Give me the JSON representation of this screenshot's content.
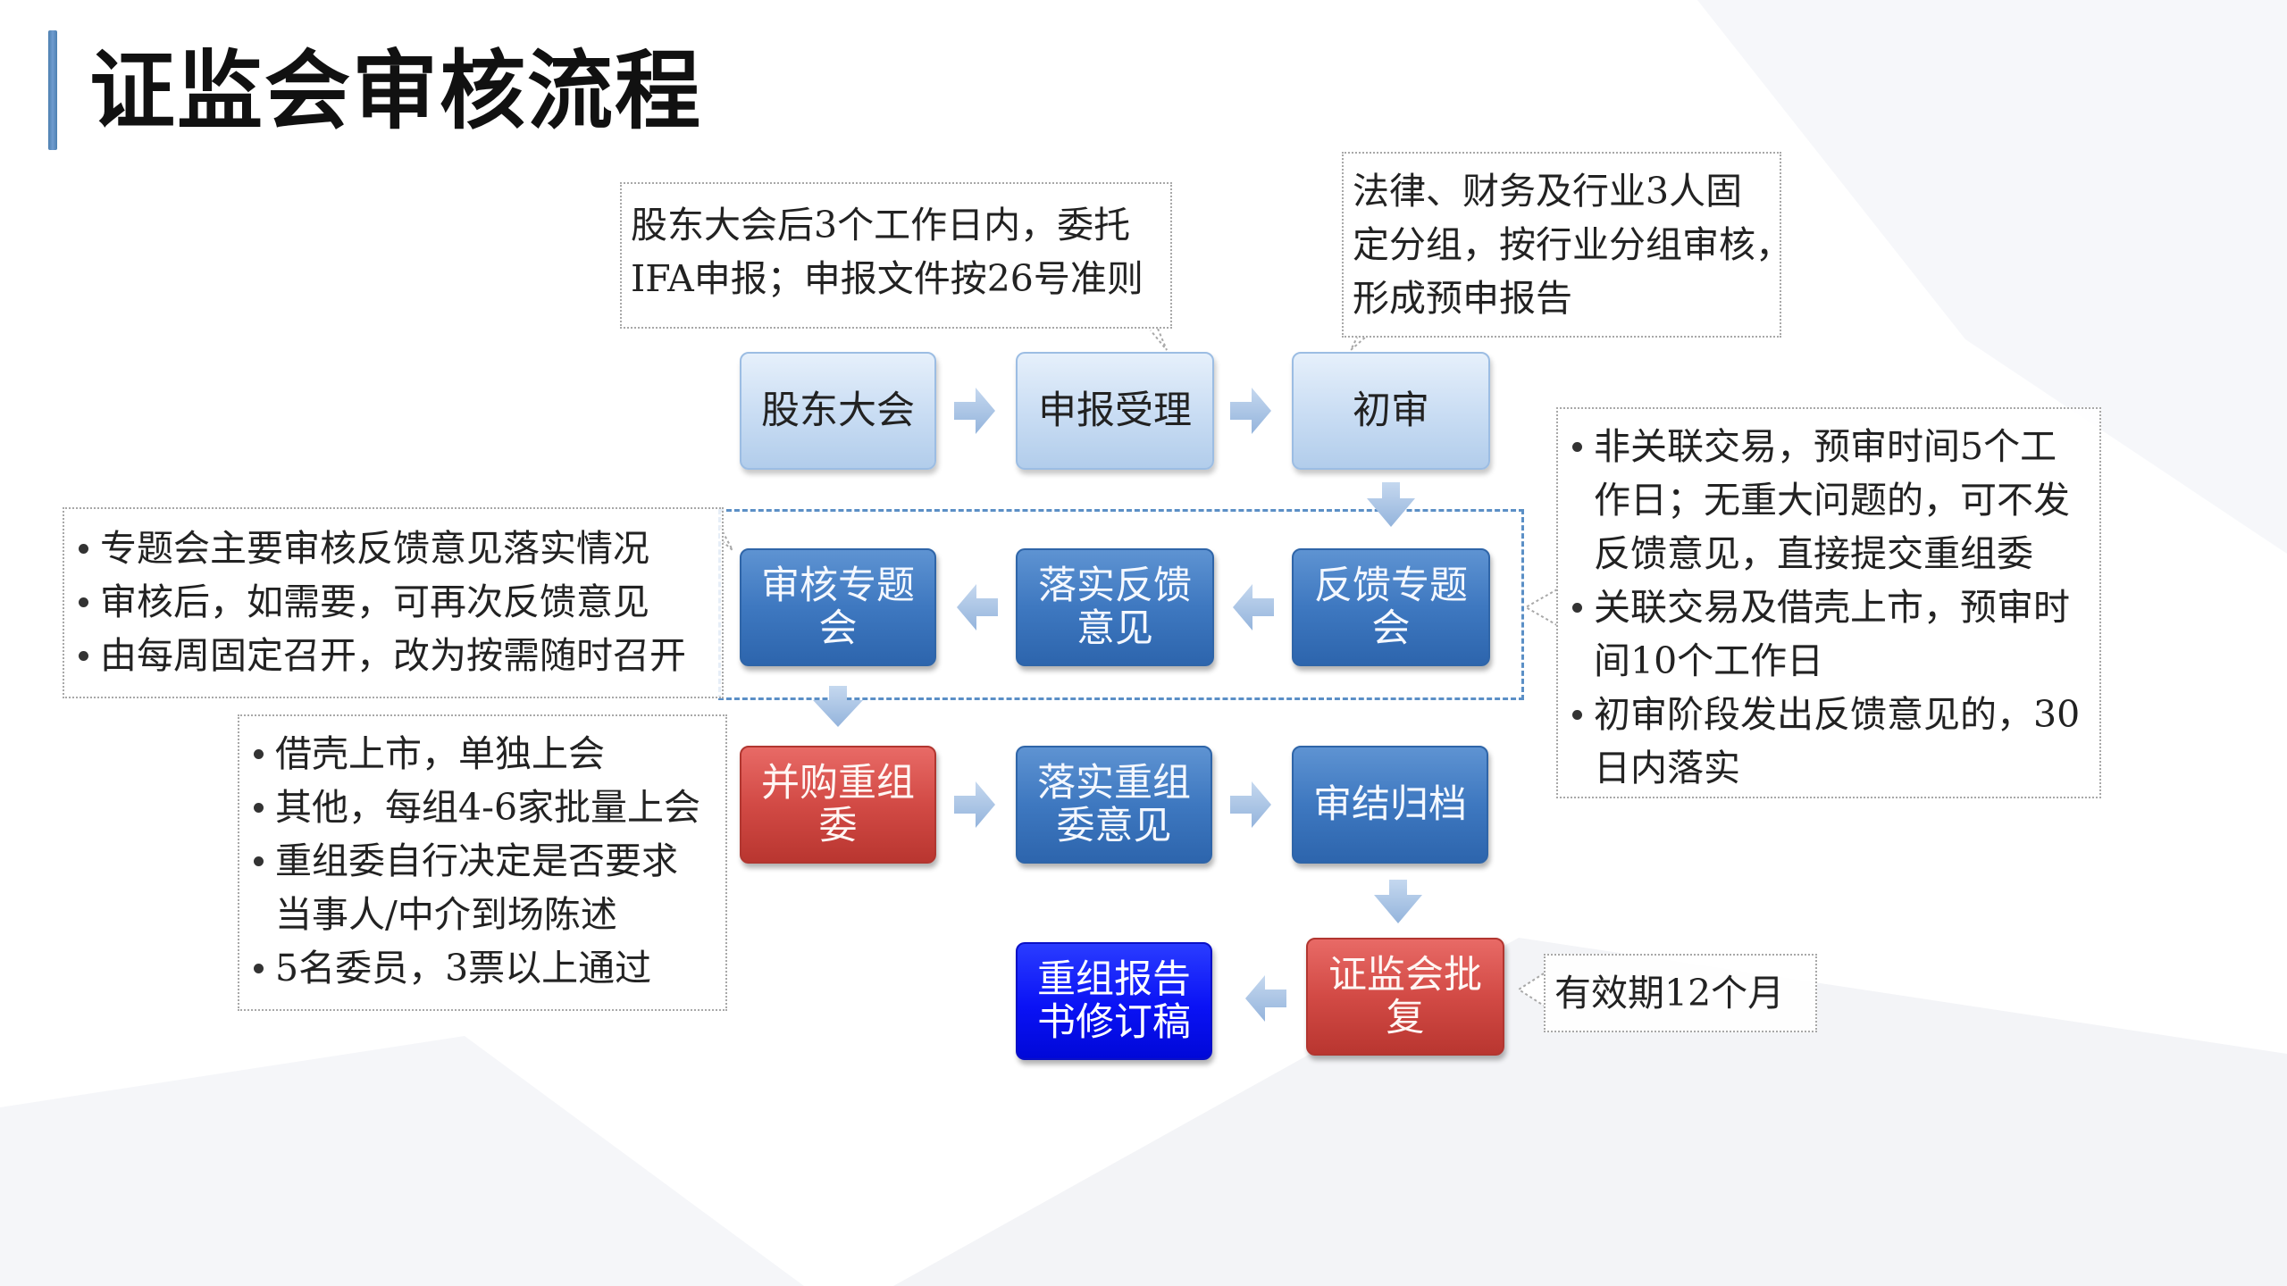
{
  "title": "证监会审核流程",
  "colors": {
    "accent_bar": "#5b8ac0",
    "node_light": "#c8dcf3",
    "node_blue": "#3e78c0",
    "node_red": "#d24a45",
    "node_pure_blue": "#0a12f5",
    "arrow": "#a9c3e3",
    "group_frame": "#5b8fc6"
  },
  "nodes": {
    "shareholders_meeting": "股东大会",
    "application_accepted": "申报受理",
    "preliminary_review": "初审",
    "feedback_meeting": "反馈专题会",
    "implement_feedback": "落实反馈意见",
    "review_meeting": "审核专题会",
    "ma_committee": "并购重组委",
    "implement_committee": "落实重组委意见",
    "review_archive": "审结归档",
    "csrc_approval": "证监会批复",
    "report_revision": "重组报告书修订稿"
  },
  "notes": {
    "filing": {
      "lines": [
        "股东大会后3个工作日内，委托",
        "IFA申报；申报文件按26号准则"
      ]
    },
    "preliminary": {
      "lines": [
        "法律、财务及行业3人固",
        "定分组，按行业分组审核，",
        "形成预申报告"
      ]
    },
    "topic_meeting": {
      "items": [
        "专题会主要审核反馈意见落实情况",
        "审核后，如需要，可再次反馈意见",
        "由每周固定召开，改为按需随时召开"
      ]
    },
    "committee": {
      "items": [
        "借壳上市，单独上会",
        "其他，每组4-6家批量上会",
        "重组委自行决定是否要求当事人/中介到场陈述",
        "5名委员，3票以上通过"
      ],
      "item3_lines": [
        "重组委自行决定是否要求",
        "当事人/中介到场陈述"
      ]
    },
    "prereview": {
      "items": [
        "非关联交易，预审时间5个工作日；无重大问题的，可不发反馈意见，直接提交重组委",
        "关联交易及借壳上市，预审时间10个工作日",
        "初审阶段发出反馈意见的，30日内落实"
      ],
      "item1_lines": [
        "非关联交易，预审时间5个工",
        "作日；无重大问题的，可不发",
        "反馈意见，直接提交重组委"
      ],
      "item2_lines": [
        "关联交易及借壳上市，预审时",
        "间10个工作日"
      ],
      "item3_lines": [
        "初审阶段发出反馈意见的，30",
        "日内落实"
      ]
    },
    "validity": {
      "text": "有效期12个月"
    }
  }
}
